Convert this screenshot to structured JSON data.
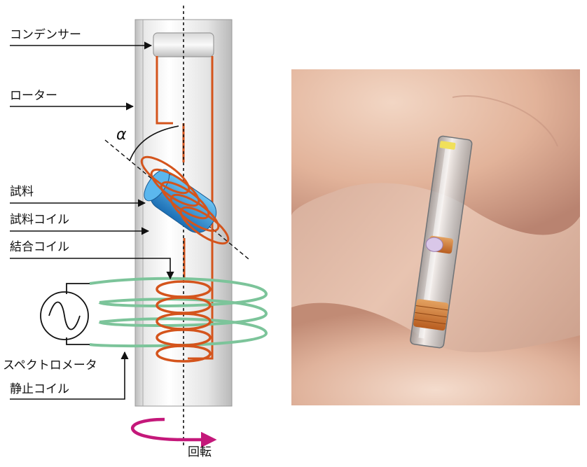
{
  "diagram": {
    "labels": {
      "condenser": "コンデンサー",
      "rotor": "ローター",
      "angle_symbol": "α",
      "sample": "試料",
      "sample_coil": "試料コイル",
      "coupling_coil": "結合コイル",
      "spectrometer": "スペクトロメータ",
      "static_coil": "静止コイル",
      "rotation": "回転"
    },
    "colors": {
      "copper_coil": "#d4541c",
      "static_coil": "#7cc49a",
      "sample": "#2a8fd6",
      "rotation_arrow": "#c4187a",
      "rotor_tube": "#c9c9c9"
    }
  },
  "photo": {
    "subject": "hand-held rotor with sample coil"
  }
}
